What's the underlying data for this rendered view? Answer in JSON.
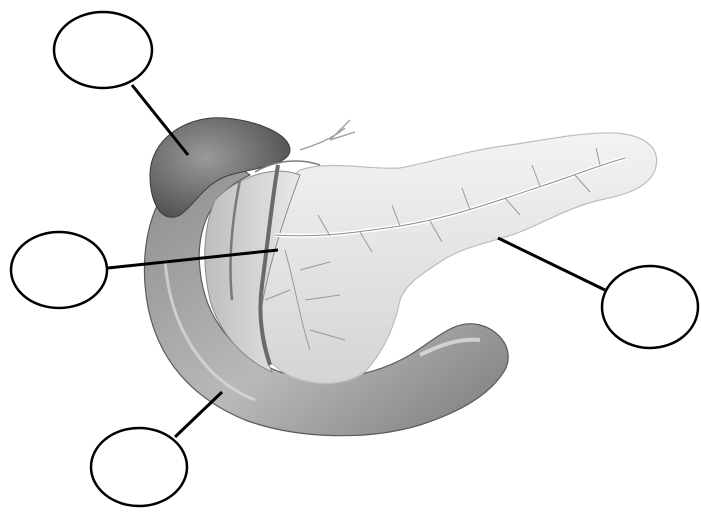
{
  "diagram": {
    "subject": "pancreas-duodenum-gallbladder-anatomy",
    "style": "grayscale-illustration",
    "label_slots": [
      {
        "id": "slot-top-left",
        "text": ""
      },
      {
        "id": "slot-mid-left",
        "text": ""
      },
      {
        "id": "slot-bottom-left",
        "text": ""
      },
      {
        "id": "slot-right",
        "text": ""
      }
    ],
    "colors": {
      "background": "#ffffff",
      "outline": "#000000",
      "organ_dark": "#6e6e6e",
      "organ_mid": "#a9a9a9",
      "organ_light": "#e6e6e6"
    }
  }
}
